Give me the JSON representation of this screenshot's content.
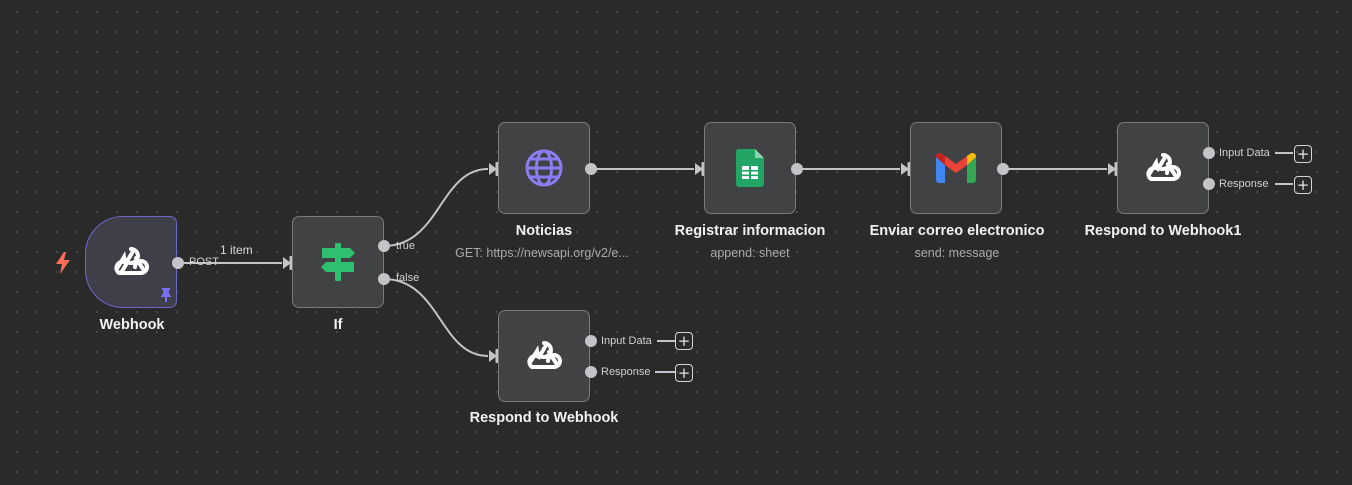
{
  "nodes": {
    "webhook": {
      "title": "Webhook",
      "icon": "webhook-icon",
      "output_label": "POST",
      "edge_label": "1 item"
    },
    "if": {
      "title": "If",
      "icon": "signpost-icon",
      "output_true": "true",
      "output_false": "false"
    },
    "noticias": {
      "title": "Noticias",
      "subtitle": "GET: https://newsapi.org/v2/e...",
      "icon": "globe-icon"
    },
    "sheets": {
      "title": "Registrar informacion",
      "subtitle": "append: sheet",
      "icon": "google-sheets-icon"
    },
    "gmail": {
      "title": "Enviar correo electronico",
      "subtitle": "send: message",
      "icon": "gmail-icon"
    },
    "respond1": {
      "title": "Respond to Webhook1",
      "icon": "webhook-icon",
      "output_input_data": "Input Data",
      "output_response": "Response"
    },
    "respond": {
      "title": "Respond to Webhook",
      "icon": "webhook-icon",
      "output_input_data": "Input Data",
      "output_response": "Response"
    }
  },
  "colors": {
    "canvas": "#2a2a2a",
    "node_bg": "#414244",
    "trigger_border": "#6e66c8",
    "trigger_bolt": "#ff6d5a",
    "pin": "#7b6ff0",
    "globe": "#8b7ef5",
    "sheets": "#23a566",
    "if_green": "#2fbf71"
  }
}
